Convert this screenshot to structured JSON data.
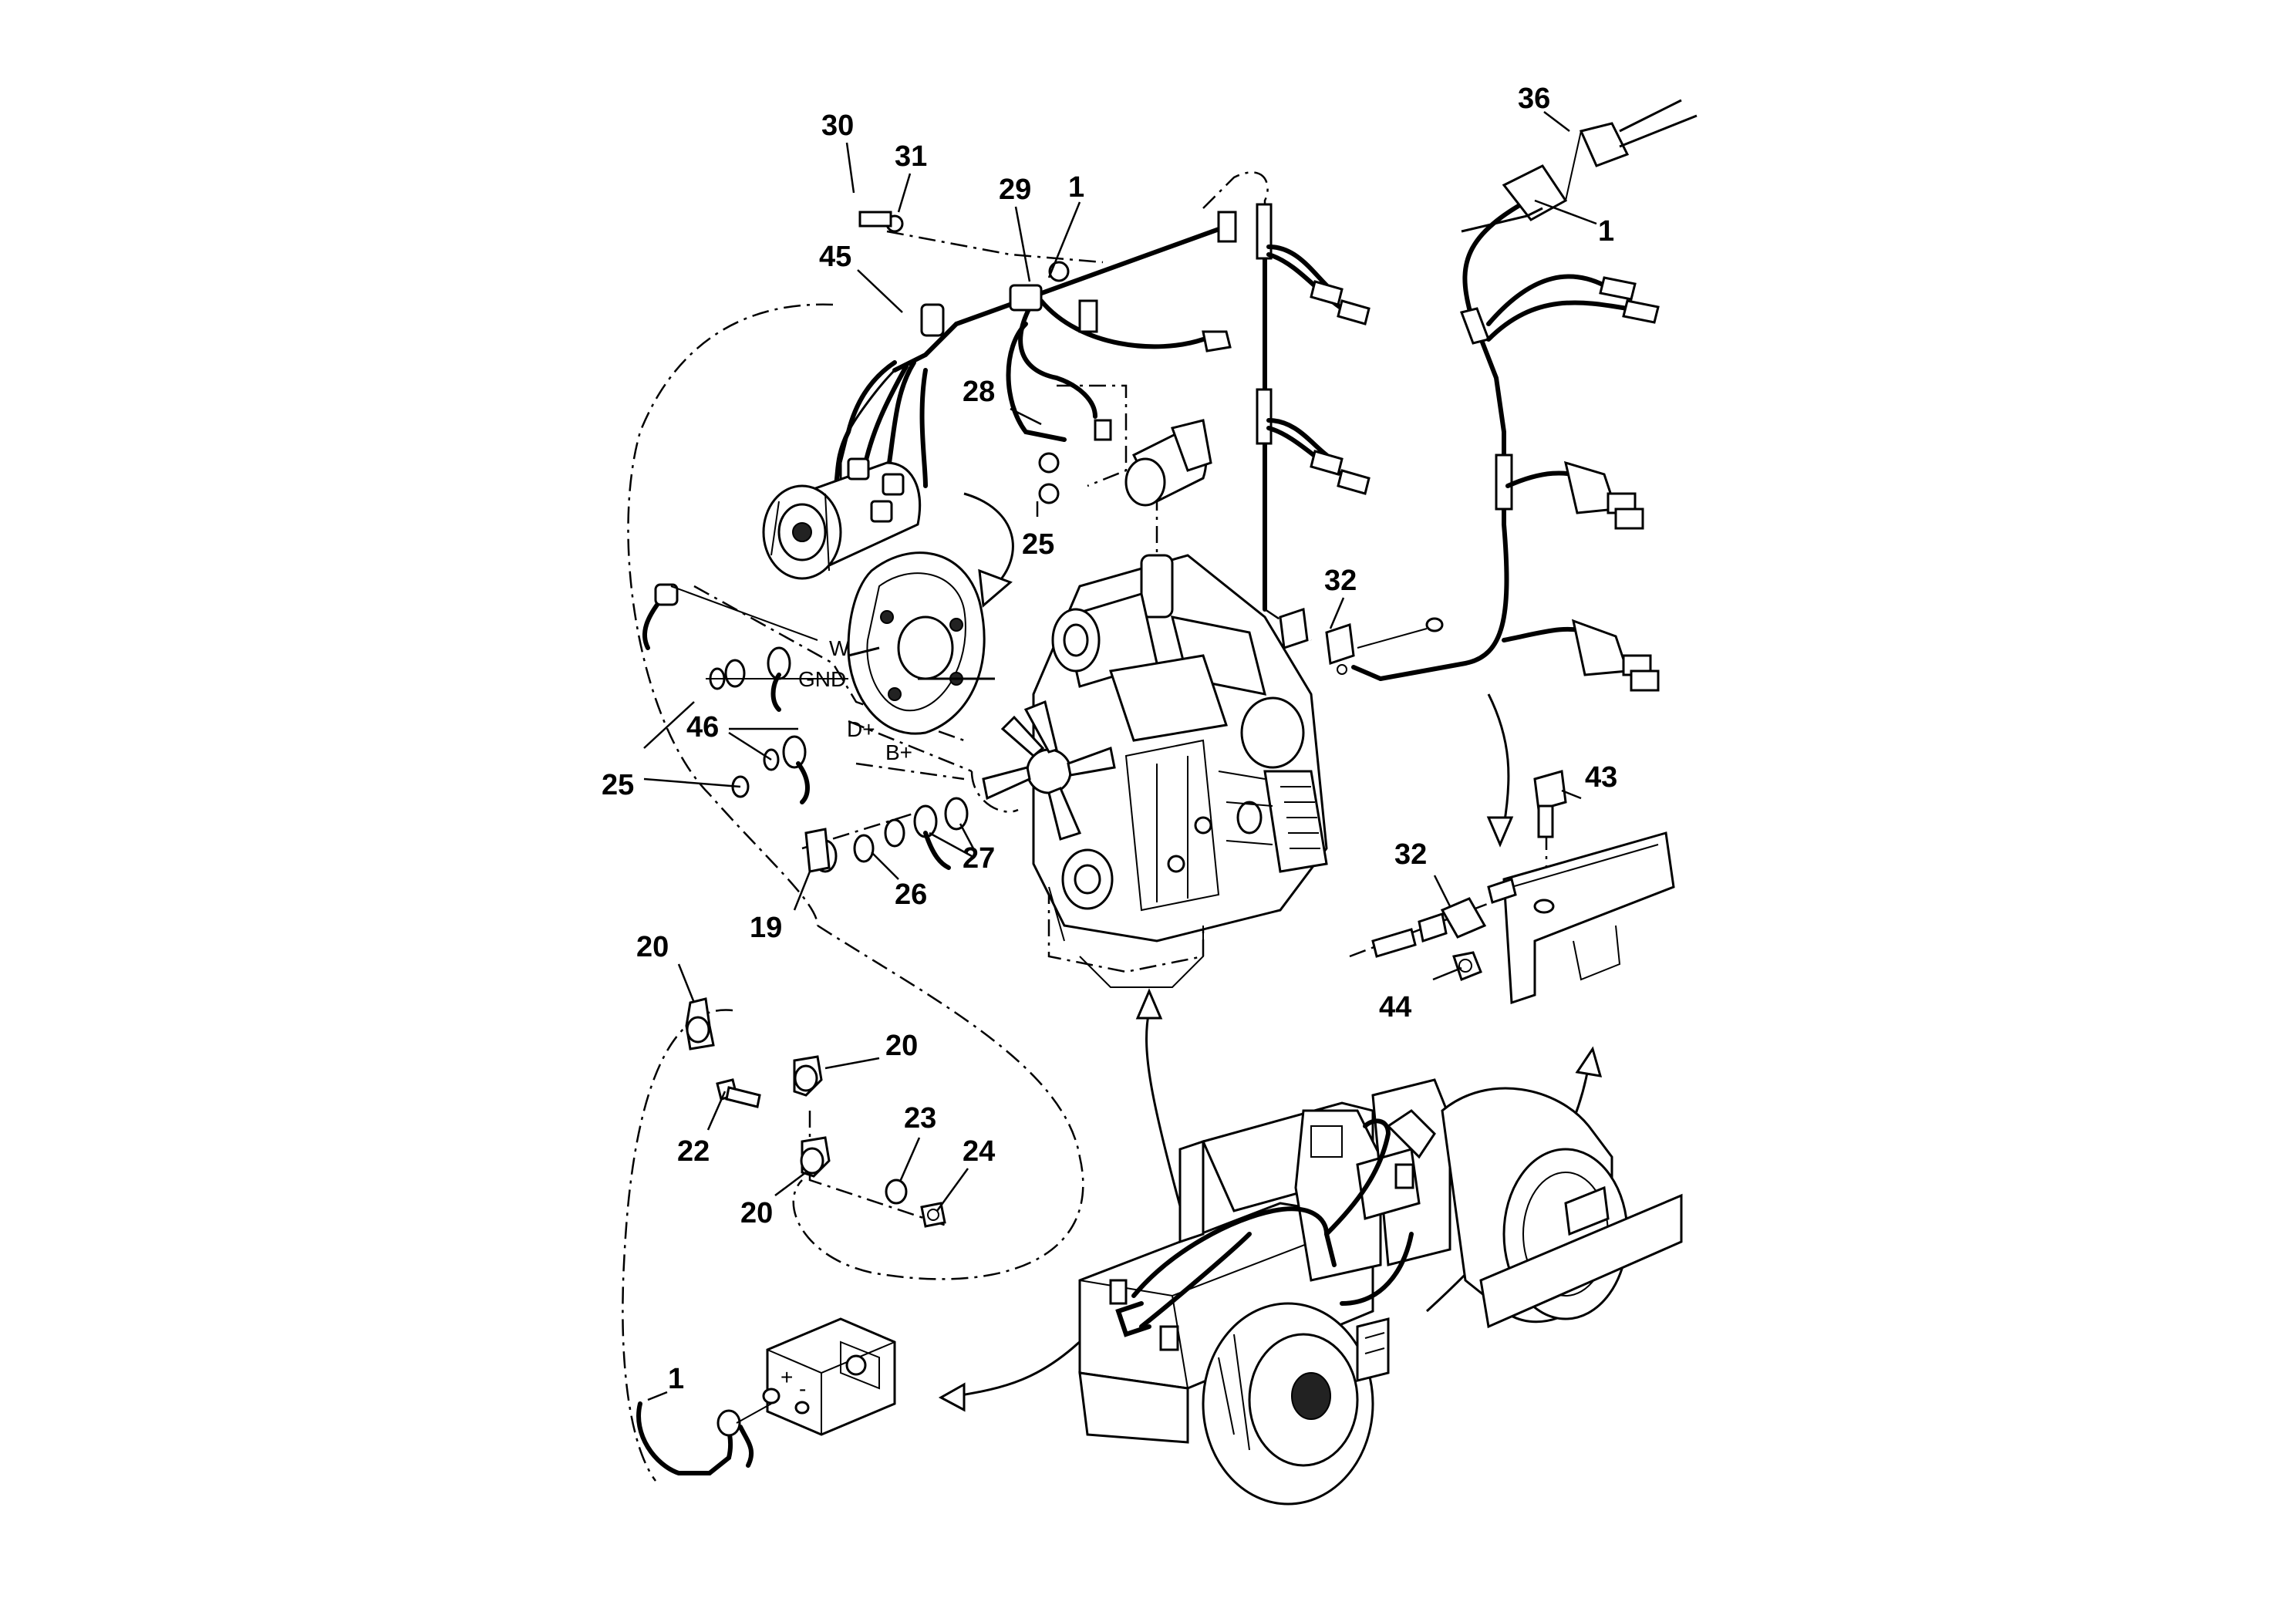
{
  "callouts": {
    "c30": "30",
    "c31": "31",
    "c29": "29",
    "c1_top": "1",
    "c45": "45",
    "c36": "36",
    "c1_right": "1",
    "c28": "28",
    "c25_mid": "25",
    "c32_upper": "32",
    "c46": "46",
    "c25_left": "25",
    "c27": "27",
    "c26": "26",
    "c19": "19",
    "c43": "43",
    "c32_lower": "32",
    "c44": "44",
    "c20_a": "20",
    "c20_b": "20",
    "c23": "23",
    "c24": "24",
    "c22": "22",
    "c20_c": "20",
    "c1_bottom": "1"
  },
  "terminals": {
    "w": "W",
    "gnd": "GND",
    "d_plus": "D+",
    "b_plus": "B+",
    "battery_plus": "+",
    "battery_minus": "-"
  }
}
